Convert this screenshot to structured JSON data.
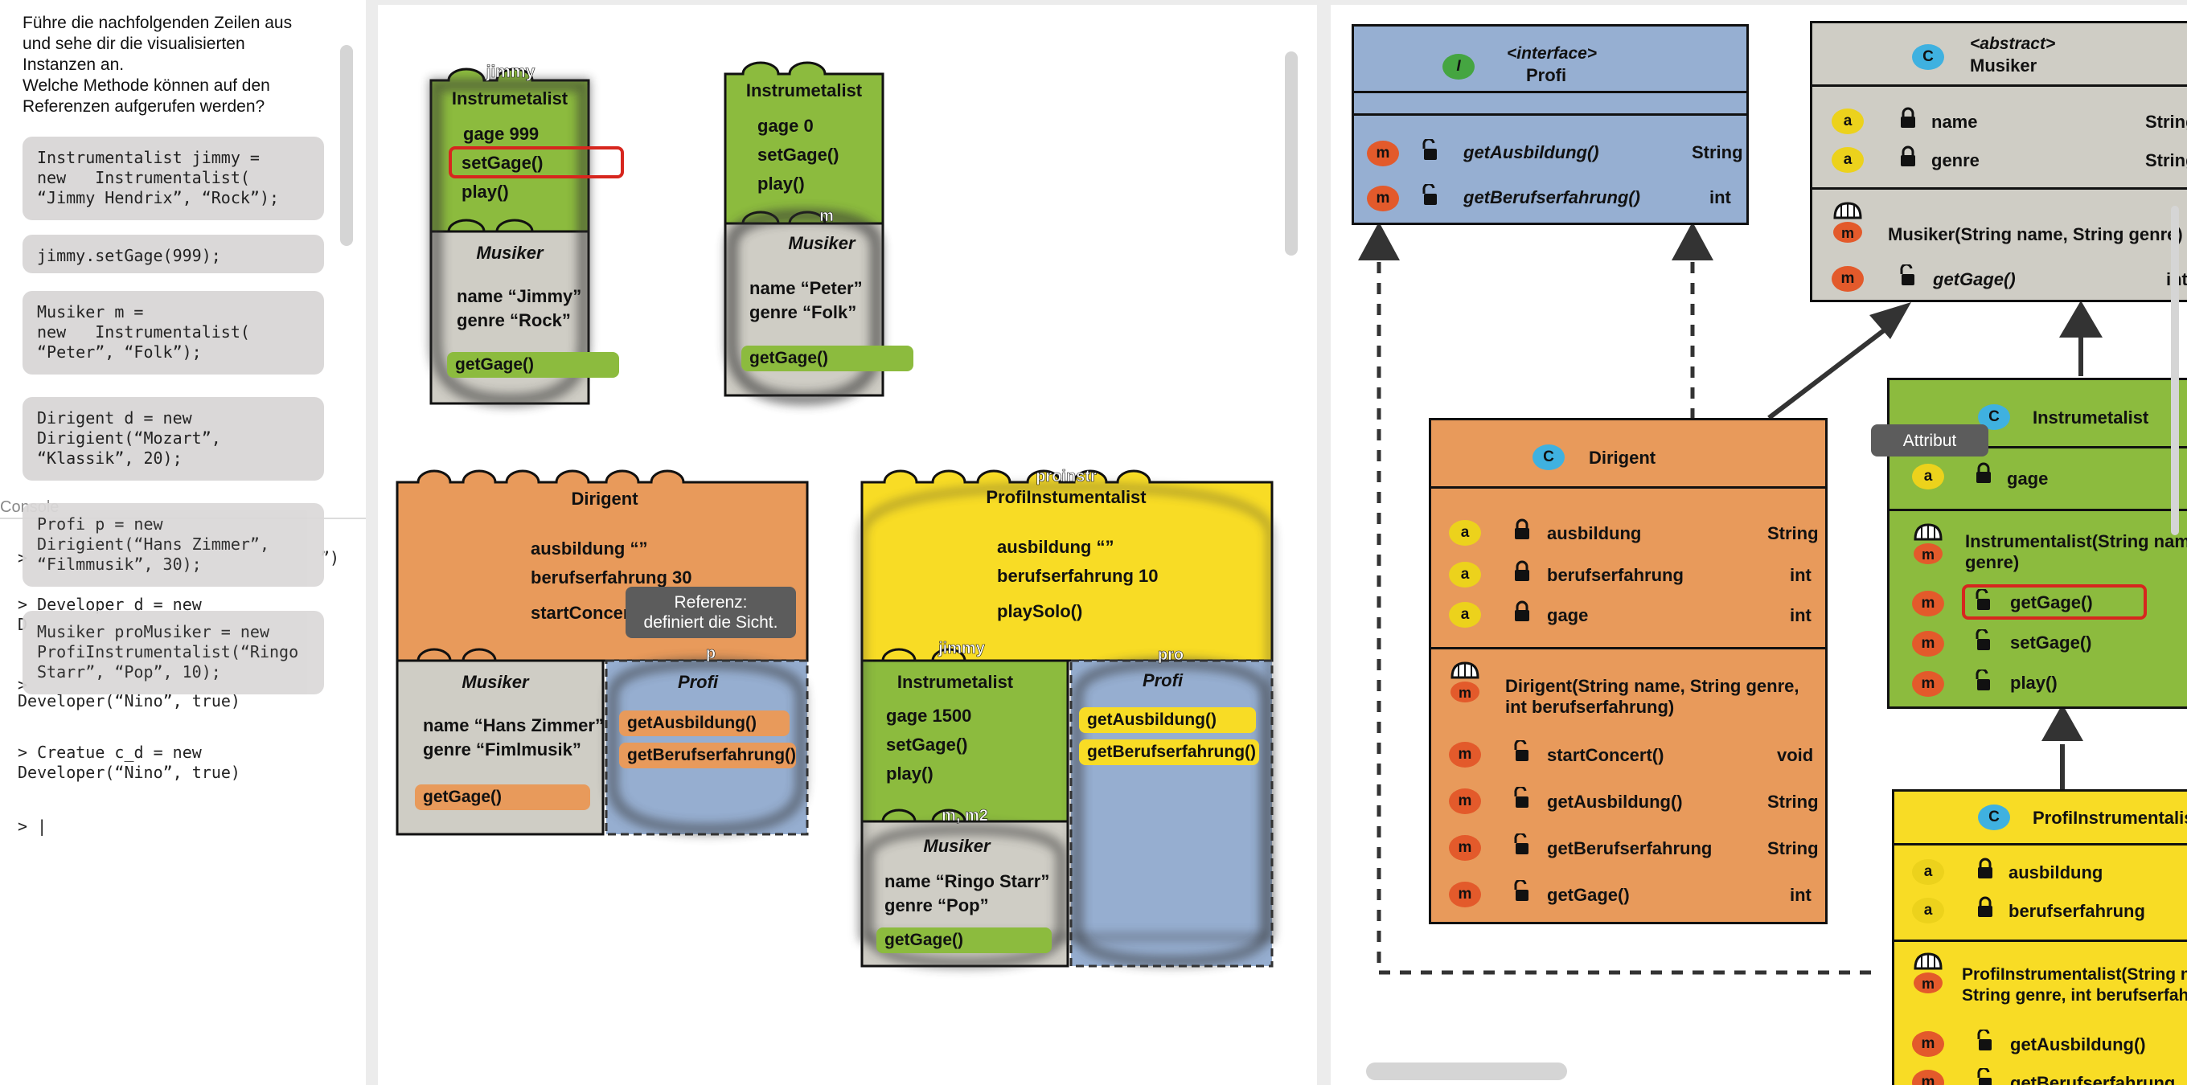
{
  "instructions": {
    "line1": "Führe die nachfolgenden Zeilen aus",
    "line2": "und sehe dir die visualisierten",
    "line3": "Instanzen an.",
    "line4": "Welche Methode können auf den",
    "line5": "Referenzen aufgerufen werden?"
  },
  "code_cards": [
    "Instrumentalist jimmy =\nnew   Instrumentalist(\n“Jimmy Hendrix”, “Rock”);",
    "jimmy.setGage(999);",
    "Musiker m =\nnew   Instrumentalist(\n“Peter”, “Folk”);",
    "Dirigent d = new\nDirigient(“Mozart”,\n“Klassik”, 20);",
    "Profi p = new\nDirigient(“Hans Zimmer”,\n“Filmmusik”, 30);",
    "Musiker proMusiker = new\nProfiInstrumentalist(“Ringo\nStarr”, “Pop”, 10);"
  ],
  "console": {
    "label": "Console",
    "line_partial1": "”)",
    "line_dev1": "> Developer d = new",
    "line_dev1b": "D",
    "line_dev2a": "> ",
    "line_dev2b": "Developer(“Nino”, true)",
    "line_creature1": "> Creatue c_d = new",
    "line_creature2": "Developer(“Nino”, true)",
    "prompt": "> |"
  },
  "objects": {
    "jimmy": {
      "ref": "jimmy",
      "class": "Instrumetalist",
      "fields": [
        "gage 999"
      ],
      "methods": [
        "setGage()",
        "play()"
      ],
      "super": "Musiker",
      "super_fields": [
        "name “Jimmy”",
        "genre “Rock”"
      ],
      "super_methods": [
        "getGage()"
      ]
    },
    "m": {
      "ref": "m",
      "class": "Instrumetalist",
      "fields": [
        "gage 0"
      ],
      "methods": [
        "setGage()",
        "play()"
      ],
      "super": "Musiker",
      "super_fields": [
        "name “Peter”",
        "genre “Folk”"
      ],
      "super_methods": [
        "getGage()"
      ]
    },
    "dirigent": {
      "class": "Dirigent",
      "fields": [
        "ausbildung “”",
        "berufserfahrung 30"
      ],
      "methods": [
        "startConcer"
      ],
      "ref": "p",
      "super": "Musiker",
      "super_fields": [
        "name “Hans Zimmer”",
        "genre “Fimlmusik”"
      ],
      "super_methods": [
        "getGage()"
      ],
      "interface": "Profi",
      "interface_methods": [
        "getAusbildung()",
        "getBerufserfahrung()"
      ]
    },
    "proinstr": {
      "ref": "proinstr",
      "class": "ProfiInstumentalist",
      "fields": [
        "ausbildung “”",
        "berufserfahrung 10"
      ],
      "methods": [
        "playSolo()"
      ],
      "inner_ref": "jimmy",
      "inner_class": "Instrumetalist",
      "inner_fields": [
        "gage 1500"
      ],
      "inner_methods": [
        "setGage()",
        "play()"
      ],
      "super_ref": "m, m2",
      "super": "Musiker",
      "super_fields": [
        "name “Ringo Starr”",
        "genre “Pop”"
      ],
      "super_methods": [
        "getGage()"
      ],
      "pro_ref": "pro",
      "interface": "Profi",
      "interface_methods": [
        "getAusbildung()",
        "getBerufserfahrung()"
      ]
    }
  },
  "tooltip": {
    "line1": "Referenz:",
    "line2": "definiert die Sicht."
  },
  "uml": {
    "profi": {
      "stereotype": "<interface>",
      "name": "Profi",
      "badge": "I",
      "methods": [
        {
          "name": "getAusbildung()",
          "type": "String"
        },
        {
          "name": "getBerufserfahrung()",
          "type": "int"
        }
      ]
    },
    "musiker": {
      "stereotype": "<abstract>",
      "name": "Musiker",
      "badge": "C",
      "attrs": [
        {
          "name": "name",
          "type": "String"
        },
        {
          "name": "genre",
          "type": "String"
        }
      ],
      "ctor": "Musiker(String name, String genre)",
      "methods": [
        {
          "name": "getGage()",
          "type": "int"
        }
      ]
    },
    "dirigent": {
      "name": "Dirigent",
      "badge": "C",
      "attrs": [
        {
          "name": "ausbildung",
          "type": "String"
        },
        {
          "name": "berufserfahrung",
          "type": "int"
        },
        {
          "name": "gage",
          "type": "int"
        }
      ],
      "ctor1": "Dirigent(String name, String genre,",
      "ctor2": "int berufserfahrung)",
      "methods": [
        {
          "name": "startConcert()",
          "type": "void"
        },
        {
          "name": "getAusbildung()",
          "type": "String"
        },
        {
          "name": "getBerufserfahrung",
          "type": "String"
        },
        {
          "name": "getGage()",
          "type": "int"
        }
      ]
    },
    "instrumetalist": {
      "name": "Instrumetalist",
      "badge": "C",
      "attrs": [
        {
          "name": "gage"
        }
      ],
      "ctor1": "Instrumentalist(String name,",
      "ctor2": "genre)",
      "methods": [
        {
          "name": "getGage()"
        },
        {
          "name": "setGage()"
        },
        {
          "name": "play()"
        }
      ]
    },
    "profiinstr": {
      "name": "ProfiInstrumentalist",
      "badge": "C",
      "attrs": [
        {
          "name": "ausbildung"
        },
        {
          "name": "berufserfahrung"
        }
      ],
      "ctor1": "ProfiInstrumentalist(String name,",
      "ctor2": "String genre, int berufserfahrung",
      "methods": [
        {
          "name": "getAusbildung()"
        },
        {
          "name": "getBerufserfahrung"
        }
      ]
    },
    "badge_a": "a",
    "badge_m": "m",
    "attribut_tooltip": "Attribut"
  },
  "colors": {
    "green": "#8cbb3e",
    "gray": "#cfcdc5",
    "orange": "#e89a5b",
    "yellow": "#f8dc25",
    "blue": "#96aed0",
    "uml_blue": "#96afd2",
    "uml_gray": "#cfcdc5",
    "highlight": "#d7261e"
  }
}
